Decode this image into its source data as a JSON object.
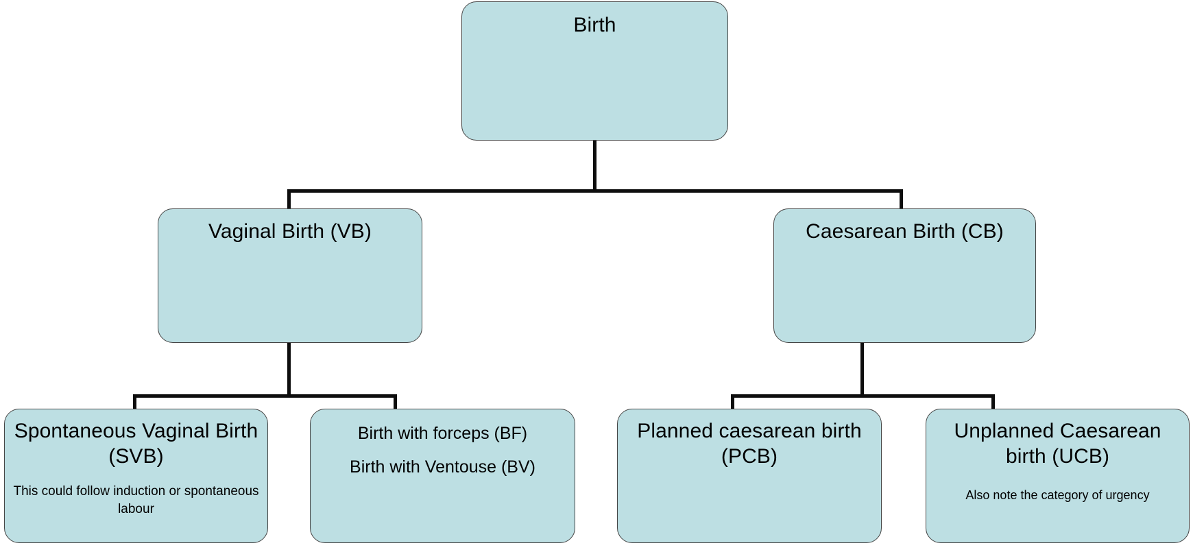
{
  "diagram": {
    "type": "flowchart-tree",
    "orientation": "top-down",
    "style": {
      "node_fill": "#bddfe3",
      "node_border": "#454545",
      "connector_color": "#0d0d0d",
      "text_color": "#000000",
      "background": "#ffffff"
    },
    "nodes": {
      "root": {
        "title": "Birth",
        "level": 1
      },
      "vaginal_birth": {
        "title": "Vaginal Birth (VB)",
        "level": 2
      },
      "caesarean_birth": {
        "title": "Caesarean Birth (CB)",
        "level": 2
      },
      "spontaneous_vaginal_birth": {
        "title": "Spontaneous Vaginal Birth (SVB)",
        "subtitle": "This could follow induction or spontaneous labour",
        "level": 3
      },
      "assisted_vaginal_birth": {
        "line1": "Birth with forceps (BF)",
        "line2": "Birth with Ventouse (BV)",
        "level": 3
      },
      "planned_caesarean_birth": {
        "title": "Planned caesarean birth (PCB)",
        "level": 3
      },
      "unplanned_caesarean_birth": {
        "title": "Unplanned Caesarean birth (UCB)",
        "subtitle": "Also note the category of urgency",
        "level": 3
      }
    },
    "edges": [
      {
        "from": "root",
        "to": "vaginal_birth"
      },
      {
        "from": "root",
        "to": "caesarean_birth"
      },
      {
        "from": "vaginal_birth",
        "to": "spontaneous_vaginal_birth"
      },
      {
        "from": "vaginal_birth",
        "to": "assisted_vaginal_birth"
      },
      {
        "from": "caesarean_birth",
        "to": "planned_caesarean_birth"
      },
      {
        "from": "caesarean_birth",
        "to": "unplanned_caesarean_birth"
      }
    ]
  }
}
